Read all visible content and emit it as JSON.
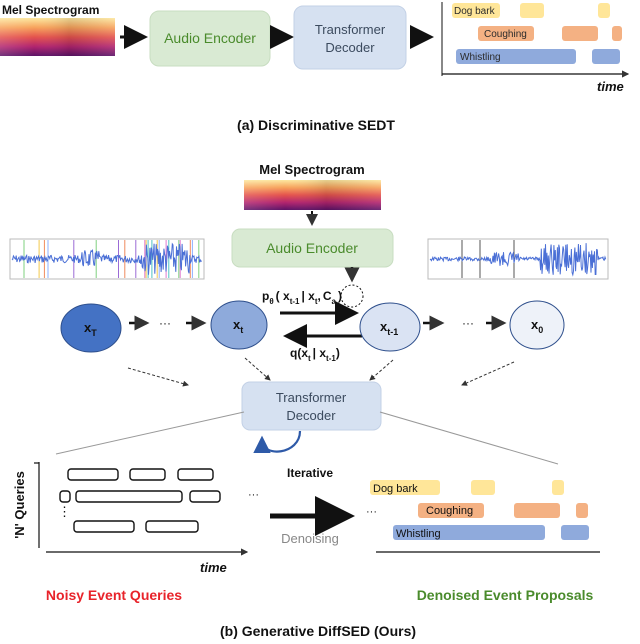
{
  "colors": {
    "green_box": "#d9ead3",
    "blue_box": "#d6e1f1",
    "node_dark": "#4472c4",
    "node_light": "#8eaadb",
    "event_yellow": "#ffe699",
    "event_orange": "#f4b183",
    "event_blue": "#8faadc",
    "noisy_red": "#e8232a",
    "denoised_green": "#4a8b2c"
  },
  "top": {
    "spectrogram_label": "Mel Spectrogram",
    "encoder_label": "Audio Encoder",
    "decoder_line1": "Transformer",
    "decoder_line2": "Decoder",
    "events": [
      {
        "label": "Dog bark",
        "color_key": "event_yellow"
      },
      {
        "label": "Coughing",
        "color_key": "event_orange"
      },
      {
        "label": "Whistling",
        "color_key": "event_blue"
      }
    ],
    "time_label": "time",
    "caption": "(a) Discriminative SEDT"
  },
  "bottom": {
    "spectrogram_label": "Mel Spectrogram",
    "encoder_label": "Audio Encoder",
    "nodes": {
      "x_T": {
        "base": "x",
        "sub": "T"
      },
      "x_t": {
        "base": "x",
        "sub": "t"
      },
      "x_t_minus_1": {
        "base": "x",
        "sub": "t-1"
      },
      "x_0": {
        "base": "x",
        "sub": "0"
      }
    },
    "ellipsis": "···",
    "forward_eq": {
      "p": "p",
      "theta": "θ",
      "open": "( x",
      "sub1": "t-1",
      "bar": "| x",
      "sub2": "t",
      "comma": ",",
      "c": "C",
      "csub": "a",
      "close": ")"
    },
    "reverse_eq": {
      "q": "q(x",
      "sub1": "t",
      "bar": "| x",
      "sub2": "t-1",
      "close": ")"
    },
    "decoder_line1": "Transformer",
    "decoder_line2": "Decoder",
    "iterative_label": "Iterative",
    "queries_label": "'N' Queries",
    "vdots": "⋮",
    "time_label": "time",
    "denoising_label": "Denoising",
    "events": [
      {
        "label": "Dog bark",
        "color_key": "event_yellow"
      },
      {
        "label": "Coughing",
        "color_key": "event_orange"
      },
      {
        "label": "Whistling",
        "color_key": "event_blue"
      }
    ],
    "noisy_label": "Noisy Event Queries",
    "denoised_label": "Denoised Event Proposals",
    "caption": "(b) Generative DiffSED (Ours)"
  }
}
